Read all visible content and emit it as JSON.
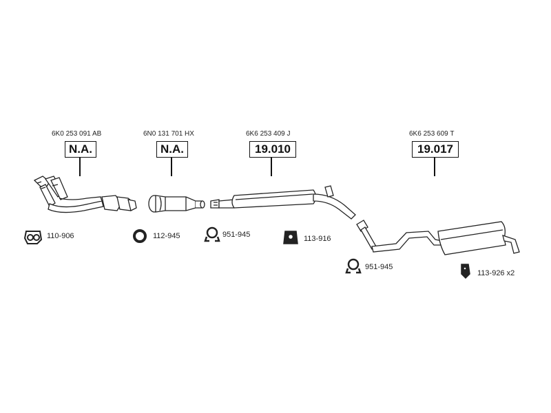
{
  "diagram": {
    "parts": [
      {
        "oe": "6K0 253 091 AB",
        "ref": "N.A.",
        "icon": "front-pipe-manifold-icon"
      },
      {
        "oe": "6N0 131 701 HX",
        "ref": "N.A.",
        "icon": "catalytic-converter-icon"
      },
      {
        "oe": "6K6 253 409 J",
        "ref": "19.010",
        "icon": "middle-silencer-icon"
      },
      {
        "oe": "6K6 253 609 T",
        "ref": "19.017",
        "icon": "rear-silencer-icon"
      }
    ],
    "accessories": [
      {
        "label": "110-906",
        "icon": "gasket-icon"
      },
      {
        "label": "112-945",
        "icon": "ring-gasket-icon"
      },
      {
        "label": "951-945",
        "icon": "pipe-clamp-icon"
      },
      {
        "label": "113-916",
        "icon": "rubber-mount-icon"
      },
      {
        "label": "951-945",
        "icon": "pipe-clamp-icon"
      },
      {
        "label": "113-926 x2",
        "icon": "hanger-icon"
      }
    ]
  }
}
